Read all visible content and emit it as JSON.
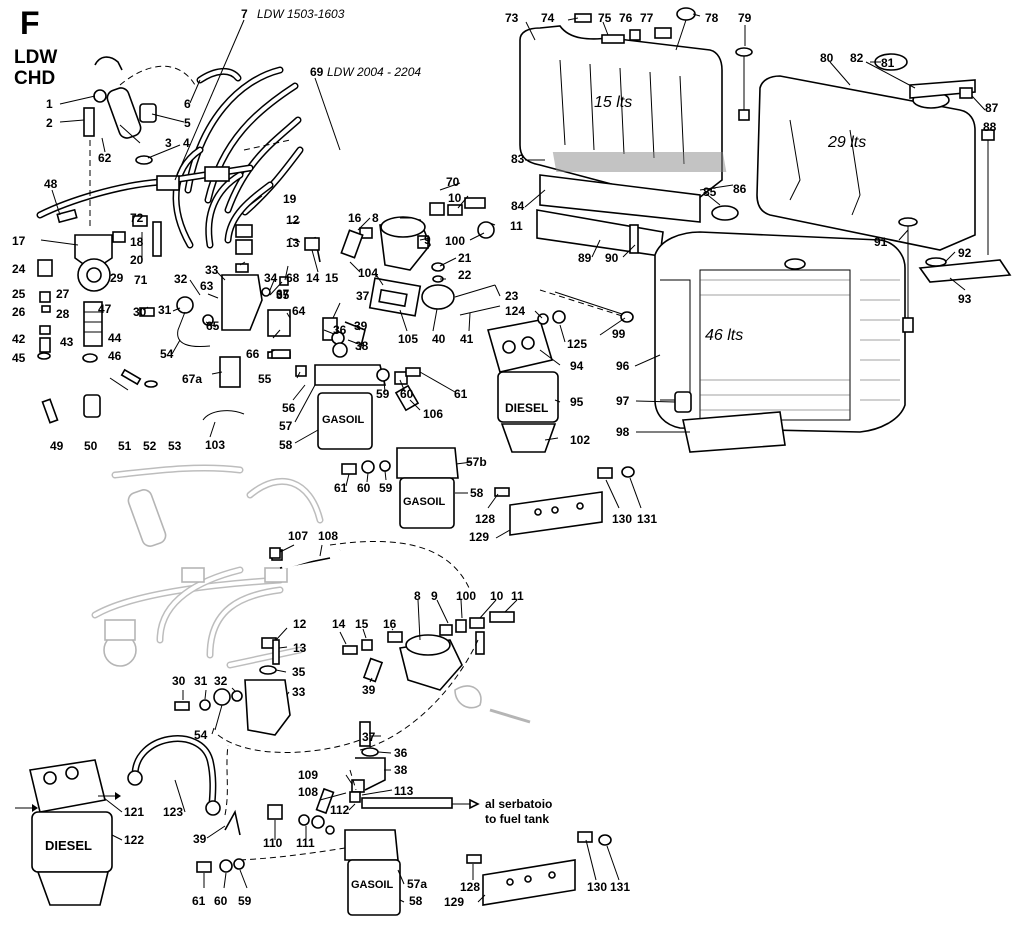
{
  "header": {
    "section_letter": "F",
    "model_line1": "LDW",
    "model_line2": "CHD"
  },
  "annotations": {
    "engine_a_num": "7",
    "engine_a": "LDW 1503-1603",
    "engine_b_num": "69",
    "engine_b": "LDW 2004 - 2204",
    "to_tank_it": "al serbatoio",
    "to_tank_en": "to fuel tank"
  },
  "tanks": {
    "tank_15": "15 lts",
    "tank_29": "29 lts",
    "tank_46": "46 lts"
  },
  "filter_labels": {
    "gasoil": "GASOIL",
    "diesel": "DIESEL"
  },
  "callouts": [
    {
      "id": "c1",
      "text": "1"
    },
    {
      "id": "c2",
      "text": "2"
    },
    {
      "id": "c3",
      "text": "3"
    },
    {
      "id": "c4",
      "text": "4"
    },
    {
      "id": "c5",
      "text": "5"
    },
    {
      "id": "c6",
      "text": "6"
    },
    {
      "id": "c62",
      "text": "62"
    },
    {
      "id": "c48",
      "text": "48"
    },
    {
      "id": "c17",
      "text": "17"
    },
    {
      "id": "c24",
      "text": "24"
    },
    {
      "id": "c29",
      "text": "29"
    },
    {
      "id": "c25",
      "text": "25"
    },
    {
      "id": "c26",
      "text": "26"
    },
    {
      "id": "c27",
      "text": "27"
    },
    {
      "id": "c28",
      "text": "28"
    },
    {
      "id": "c47",
      "text": "47"
    },
    {
      "id": "c42",
      "text": "42"
    },
    {
      "id": "c43",
      "text": "43"
    },
    {
      "id": "c44",
      "text": "44"
    },
    {
      "id": "c45",
      "text": "45"
    },
    {
      "id": "c46",
      "text": "46"
    },
    {
      "id": "c49",
      "text": "49"
    },
    {
      "id": "c50",
      "text": "50"
    },
    {
      "id": "c51",
      "text": "51"
    },
    {
      "id": "c52",
      "text": "52"
    },
    {
      "id": "c53",
      "text": "53"
    },
    {
      "id": "c72",
      "text": "72"
    },
    {
      "id": "c18",
      "text": "18"
    },
    {
      "id": "c20",
      "text": "20"
    },
    {
      "id": "c71",
      "text": "71"
    },
    {
      "id": "c19",
      "text": "19"
    },
    {
      "id": "c12a",
      "text": "12"
    },
    {
      "id": "c13a",
      "text": "13"
    },
    {
      "id": "c33a",
      "text": "33"
    },
    {
      "id": "c32a",
      "text": "32"
    },
    {
      "id": "c63",
      "text": "63"
    },
    {
      "id": "c34",
      "text": "34"
    },
    {
      "id": "c68",
      "text": "68"
    },
    {
      "id": "c35a",
      "text": "35"
    },
    {
      "id": "c65",
      "text": "65"
    },
    {
      "id": "c67",
      "text": "67"
    },
    {
      "id": "c30a",
      "text": "30"
    },
    {
      "id": "c31a",
      "text": "31"
    },
    {
      "id": "c54a",
      "text": "54"
    },
    {
      "id": "c64",
      "text": "64"
    },
    {
      "id": "c66",
      "text": "66"
    },
    {
      "id": "c67a",
      "text": "67a"
    },
    {
      "id": "c103",
      "text": "103"
    },
    {
      "id": "c14a",
      "text": "14"
    },
    {
      "id": "c15a",
      "text": "15"
    },
    {
      "id": "c16a",
      "text": "16"
    },
    {
      "id": "c8a",
      "text": "8"
    },
    {
      "id": "c9a",
      "text": "9"
    },
    {
      "id": "c70",
      "text": "70"
    },
    {
      "id": "c10a",
      "text": "10"
    },
    {
      "id": "c11a",
      "text": "11"
    },
    {
      "id": "c100a",
      "text": "100"
    },
    {
      "id": "c21",
      "text": "21"
    },
    {
      "id": "c22",
      "text": "22"
    },
    {
      "id": "c104",
      "text": "104"
    },
    {
      "id": "c105",
      "text": "105"
    },
    {
      "id": "c40",
      "text": "40"
    },
    {
      "id": "c41",
      "text": "41"
    },
    {
      "id": "c23",
      "text": "23"
    },
    {
      "id": "c37a",
      "text": "37"
    },
    {
      "id": "c36a",
      "text": "36"
    },
    {
      "id": "c38a",
      "text": "38"
    },
    {
      "id": "c39a",
      "text": "39"
    },
    {
      "id": "c55",
      "text": "55"
    },
    {
      "id": "c56",
      "text": "56"
    },
    {
      "id": "c57",
      "text": "57"
    },
    {
      "id": "c58a",
      "text": "58"
    },
    {
      "id": "c59a",
      "text": "59"
    },
    {
      "id": "c60a",
      "text": "60"
    },
    {
      "id": "c61a",
      "text": "61"
    },
    {
      "id": "c106",
      "text": "106"
    },
    {
      "id": "c124",
      "text": "124"
    },
    {
      "id": "c125",
      "text": "125"
    },
    {
      "id": "c94",
      "text": "94"
    },
    {
      "id": "c95",
      "text": "95"
    },
    {
      "id": "c102",
      "text": "102"
    },
    {
      "id": "c99",
      "text": "99"
    },
    {
      "id": "c73",
      "text": "73"
    },
    {
      "id": "c74",
      "text": "74"
    },
    {
      "id": "c75",
      "text": "75"
    },
    {
      "id": "c76",
      "text": "76"
    },
    {
      "id": "c77",
      "text": "77"
    },
    {
      "id": "c78",
      "text": "78"
    },
    {
      "id": "c79",
      "text": "79"
    },
    {
      "id": "c80",
      "text": "80"
    },
    {
      "id": "c82",
      "text": "82"
    },
    {
      "id": "c81",
      "text": "81"
    },
    {
      "id": "c87",
      "text": "87"
    },
    {
      "id": "c88",
      "text": "88"
    },
    {
      "id": "c83",
      "text": "83"
    },
    {
      "id": "c84",
      "text": "84"
    },
    {
      "id": "c86",
      "text": "86"
    },
    {
      "id": "c85",
      "text": "85"
    },
    {
      "id": "c89",
      "text": "89"
    },
    {
      "id": "c90",
      "text": "90"
    },
    {
      "id": "c91",
      "text": "91"
    },
    {
      "id": "c92",
      "text": "92"
    },
    {
      "id": "c93",
      "text": "93"
    },
    {
      "id": "c96",
      "text": "96"
    },
    {
      "id": "c97",
      "text": "97"
    },
    {
      "id": "c98",
      "text": "98"
    },
    {
      "id": "c61b",
      "text": "61"
    },
    {
      "id": "c60b",
      "text": "60"
    },
    {
      "id": "c59b",
      "text": "59"
    },
    {
      "id": "c57b",
      "text": "57b"
    },
    {
      "id": "c58b",
      "text": "58"
    },
    {
      "id": "c128a",
      "text": "128"
    },
    {
      "id": "c129a",
      "text": "129"
    },
    {
      "id": "c130a",
      "text": "130"
    },
    {
      "id": "c131a",
      "text": "131"
    },
    {
      "id": "c107",
      "text": "107"
    },
    {
      "id": "c108",
      "text": "108"
    },
    {
      "id": "c12b",
      "text": "12"
    },
    {
      "id": "c13b",
      "text": "13"
    },
    {
      "id": "c35b",
      "text": "35"
    },
    {
      "id": "c30b",
      "text": "30"
    },
    {
      "id": "c31b",
      "text": "31"
    },
    {
      "id": "c32b",
      "text": "32"
    },
    {
      "id": "c33b",
      "text": "33"
    },
    {
      "id": "c54b",
      "text": "54"
    },
    {
      "id": "c14b",
      "text": "14"
    },
    {
      "id": "c15b",
      "text": "15"
    },
    {
      "id": "c16b",
      "text": "16"
    },
    {
      "id": "c39b",
      "text": "39"
    },
    {
      "id": "c8b",
      "text": "8"
    },
    {
      "id": "c9b",
      "text": "9"
    },
    {
      "id": "c100b",
      "text": "100"
    },
    {
      "id": "c10b",
      "text": "10"
    },
    {
      "id": "c11b",
      "text": "11"
    },
    {
      "id": "c37b",
      "text": "37"
    },
    {
      "id": "c36b",
      "text": "36"
    },
    {
      "id": "c38b",
      "text": "38"
    },
    {
      "id": "c109",
      "text": "109"
    },
    {
      "id": "c108b",
      "text": "108"
    },
    {
      "id": "c112",
      "text": "112"
    },
    {
      "id": "c113",
      "text": "113"
    },
    {
      "id": "c110",
      "text": "110"
    },
    {
      "id": "c111",
      "text": "111"
    },
    {
      "id": "c121",
      "text": "121"
    },
    {
      "id": "c123",
      "text": "123"
    },
    {
      "id": "c122",
      "text": "122"
    },
    {
      "id": "c39c",
      "text": "39"
    },
    {
      "id": "c61c",
      "text": "61"
    },
    {
      "id": "c60c",
      "text": "60"
    },
    {
      "id": "c59c",
      "text": "59"
    },
    {
      "id": "c57a",
      "text": "57a"
    },
    {
      "id": "c58c",
      "text": "58"
    },
    {
      "id": "c128b",
      "text": "128"
    },
    {
      "id": "c129b",
      "text": "129"
    },
    {
      "id": "c130b",
      "text": "130"
    },
    {
      "id": "c131b",
      "text": "131"
    }
  ]
}
